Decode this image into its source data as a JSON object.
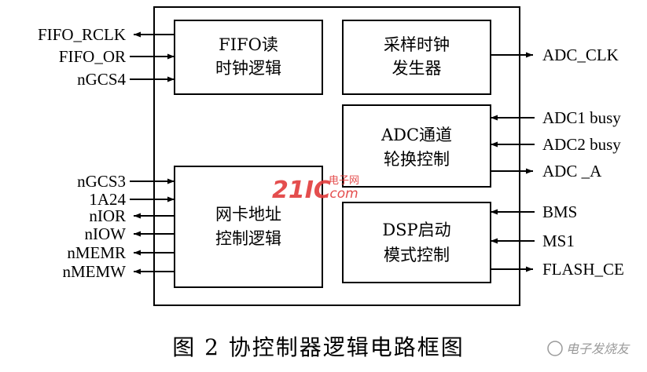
{
  "blocks": {
    "fifo_clock": [
      "FIFO读",
      "时钟逻辑"
    ],
    "sample_clock": [
      "采样时钟",
      "发生器"
    ],
    "adc_channel": [
      "ADC通道",
      "轮换控制"
    ],
    "nic_addr": [
      "网卡地址",
      "控制逻辑"
    ],
    "dsp_boot": [
      "DSP启动",
      "模式控制"
    ]
  },
  "left_signals": {
    "fifo_rclk": "FIFO_RCLK",
    "fifo_or": "FIFO_OR",
    "ngcs4": "nGCS4",
    "ngcs3": "nGCS3",
    "la24": "1A24",
    "nior": "nIOR",
    "niow": "nIOW",
    "nmemr": "nMEMR",
    "nmemw": "nMEMW"
  },
  "right_signals": {
    "adc_clk": "ADC_CLK",
    "adc1_busy": "ADC1 busy",
    "adc2_busy": "ADC2 busy",
    "adc_a": "ADC _A",
    "bms": "BMS",
    "ms1": "MS1",
    "flash_ce": "FLASH_CE"
  },
  "caption": "图 2   协控制器逻辑电路框图",
  "watermark": {
    "logo": "21IC",
    "site": "电子网",
    "domain": ".com",
    "corner": "电子发烧友"
  },
  "colors": {
    "line": "#000000",
    "watermark_red": "#e23b3b",
    "watermark_grey": "#9a9a9a"
  }
}
